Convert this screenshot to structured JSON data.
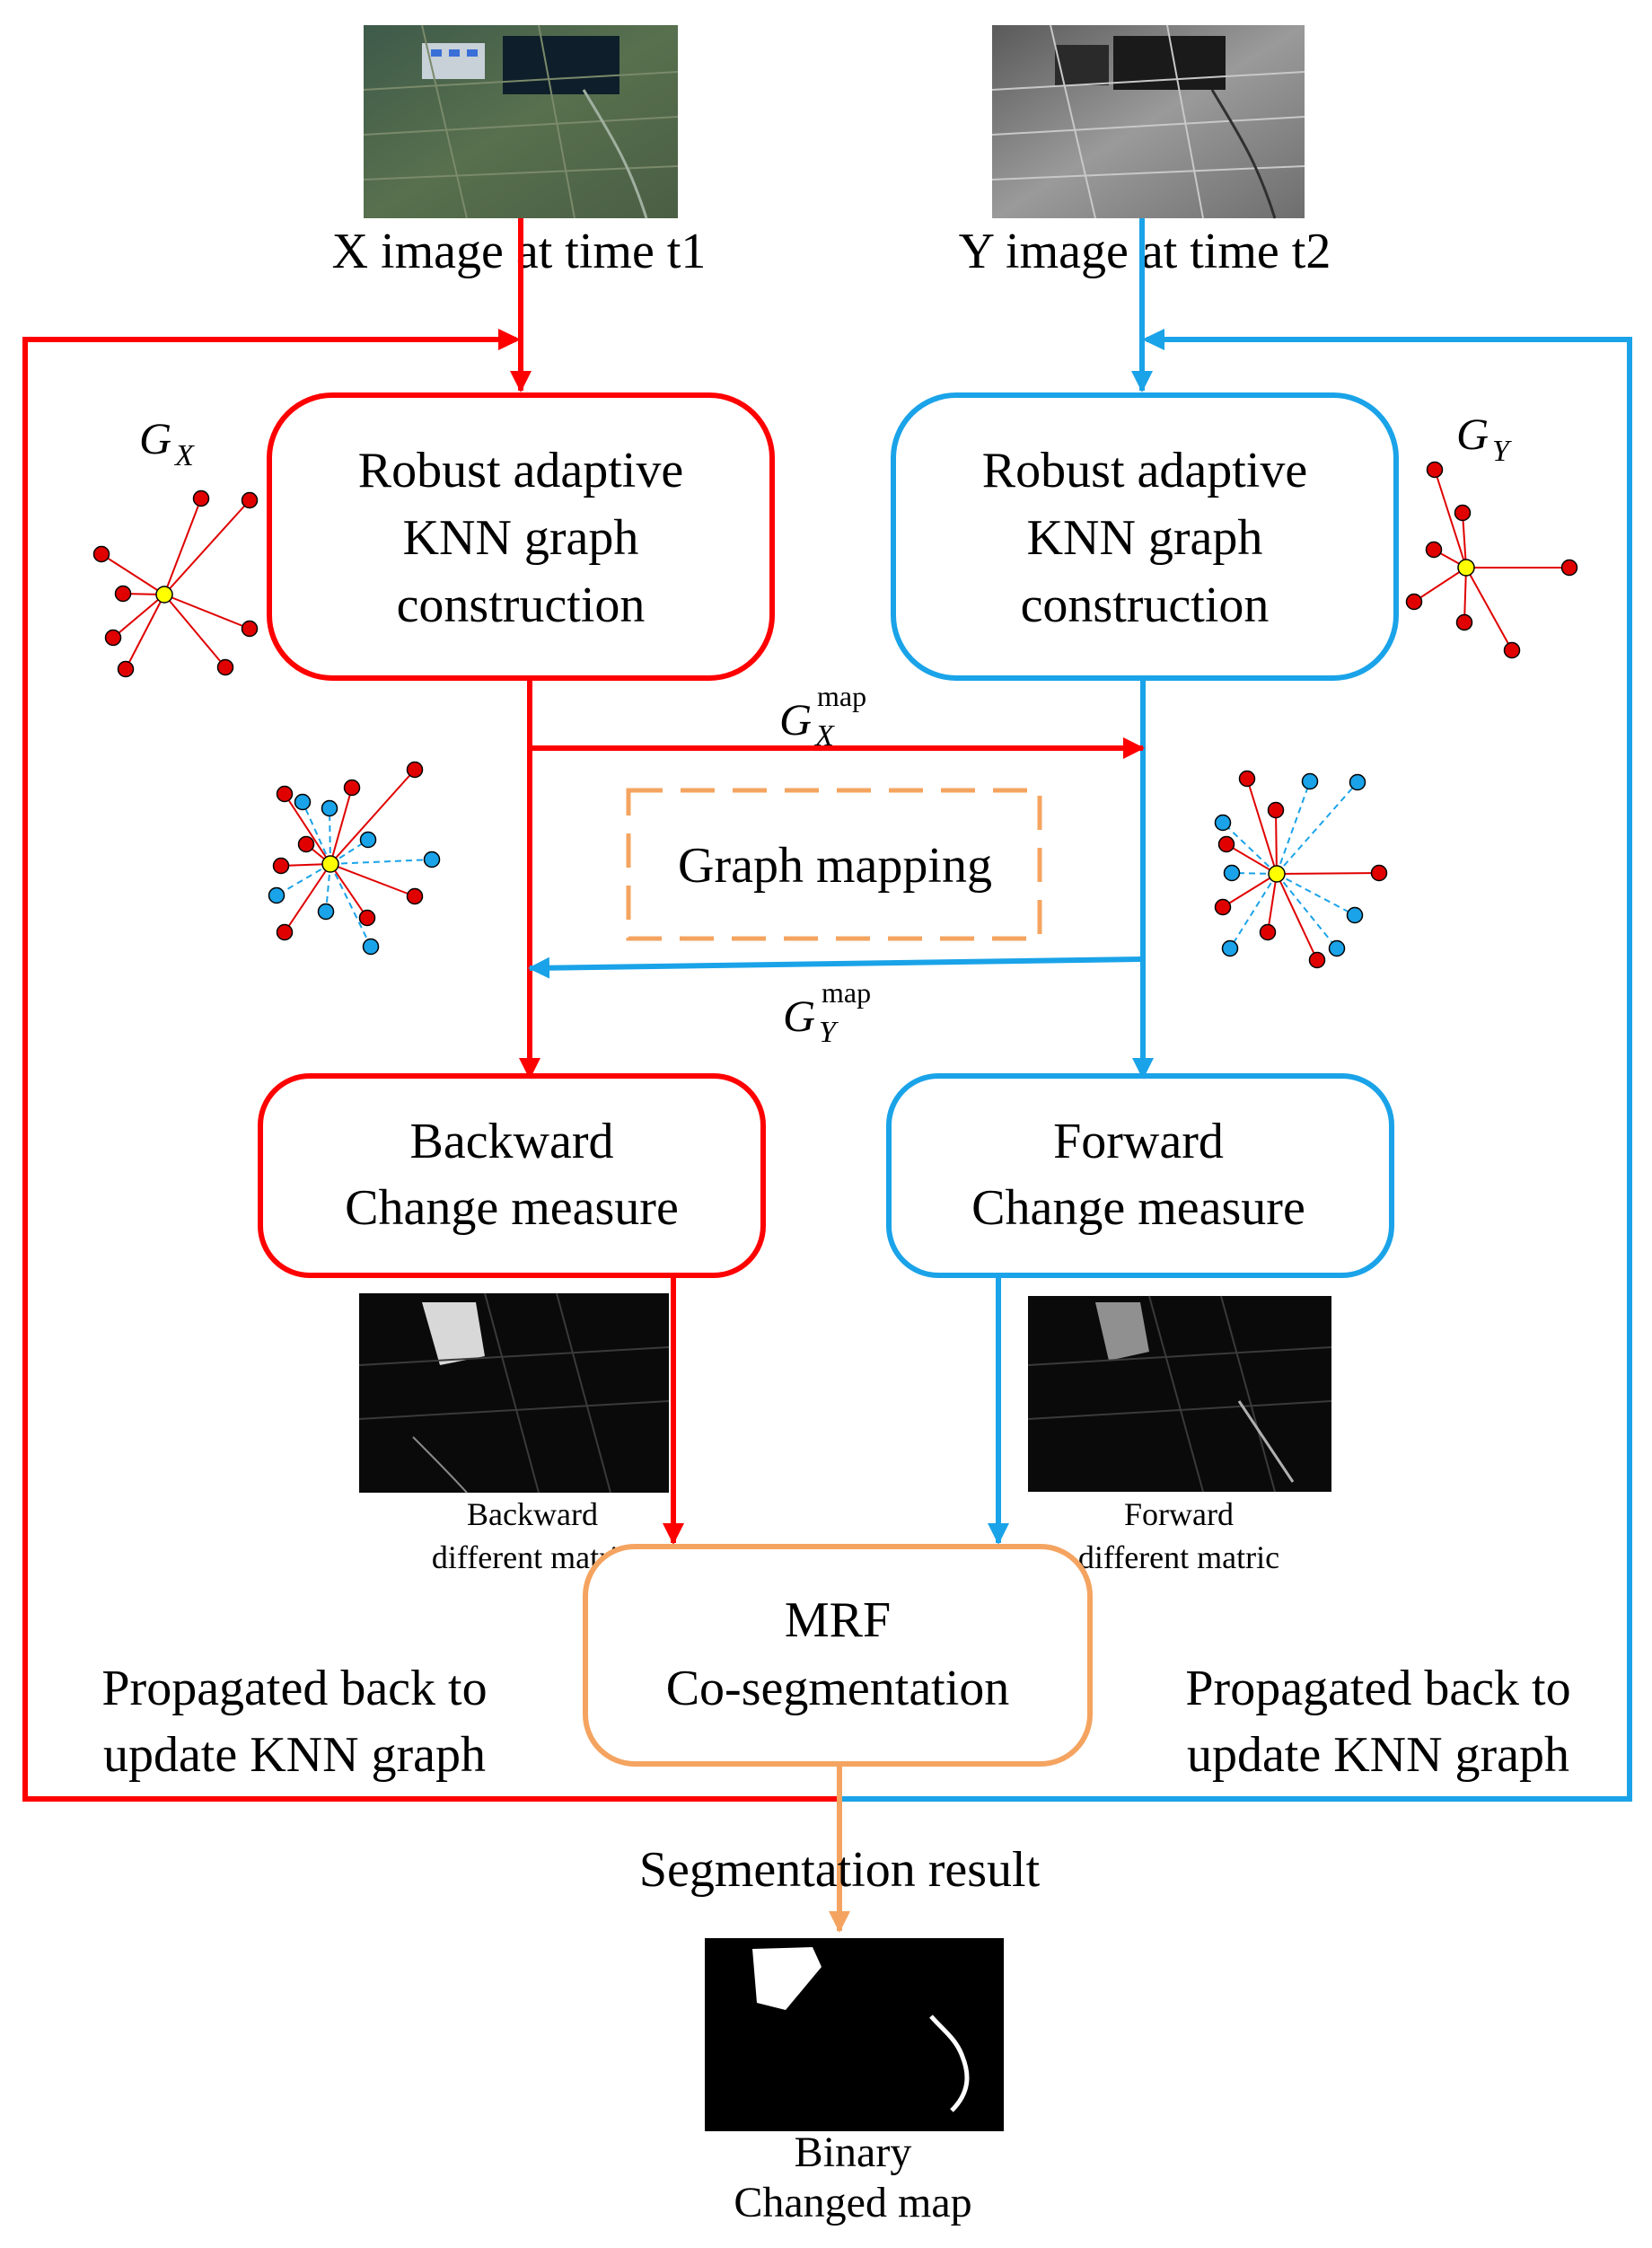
{
  "colors": {
    "red": "#ff0000",
    "blue": "#1aa3e8",
    "orange": "#f4a460",
    "node_red": "#e00000",
    "node_blue": "#1aa3e8",
    "center_node": "#ffff00"
  },
  "inputs": {
    "x_label": "X image at time t1",
    "y_label": "Y image at time t2"
  },
  "graphs": {
    "gx": {
      "symbol": "G",
      "sub": "X"
    },
    "gy": {
      "symbol": "G",
      "sub": "Y"
    },
    "gx_map": {
      "symbol": "G",
      "sub": "X",
      "sup": "map"
    },
    "gy_map": {
      "symbol": "G",
      "sub": "Y",
      "sup": "map"
    }
  },
  "boxes": {
    "knn_left": [
      "Robust adaptive",
      "KNN graph",
      "construction"
    ],
    "knn_right": [
      "Robust adaptive",
      "KNN graph",
      "construction"
    ],
    "graph_mapping": "Graph mapping",
    "backward": [
      "Backward",
      "Change measure"
    ],
    "forward": [
      "Forward",
      "Change measure"
    ],
    "mrf": [
      "MRF",
      "Co-segmentation"
    ]
  },
  "difference_maps": {
    "backward": [
      "Backward",
      "different matric"
    ],
    "forward": [
      "Forward",
      "different matric"
    ]
  },
  "feedback": {
    "left": [
      "Propagated back to",
      "update KNN graph"
    ],
    "right": [
      "Propagated back to",
      "update KNN graph"
    ]
  },
  "output": {
    "segmentation_label": "Segmentation result",
    "result": [
      "Binary",
      "Changed map"
    ]
  }
}
